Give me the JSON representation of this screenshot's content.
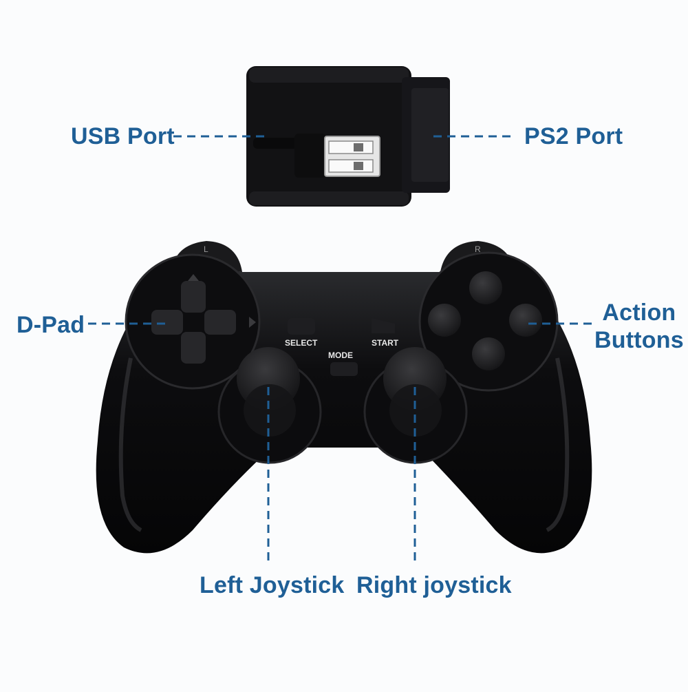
{
  "colors": {
    "label": "#1f5f96",
    "device": "#0b0b0c",
    "background": "#fbfcfd"
  },
  "labels": {
    "usb_port": "USB Port",
    "ps2_port": "PS2 Port",
    "d_pad": "D-Pad",
    "action_line1": "Action",
    "action_line2": "Buttons",
    "left_joystick": "Left Joystick",
    "right_joystick": "Right joystick"
  },
  "controller": {
    "select": "SELECT",
    "start": "START",
    "mode": "MODE",
    "shoulder_left": "L",
    "shoulder_right": "R"
  }
}
